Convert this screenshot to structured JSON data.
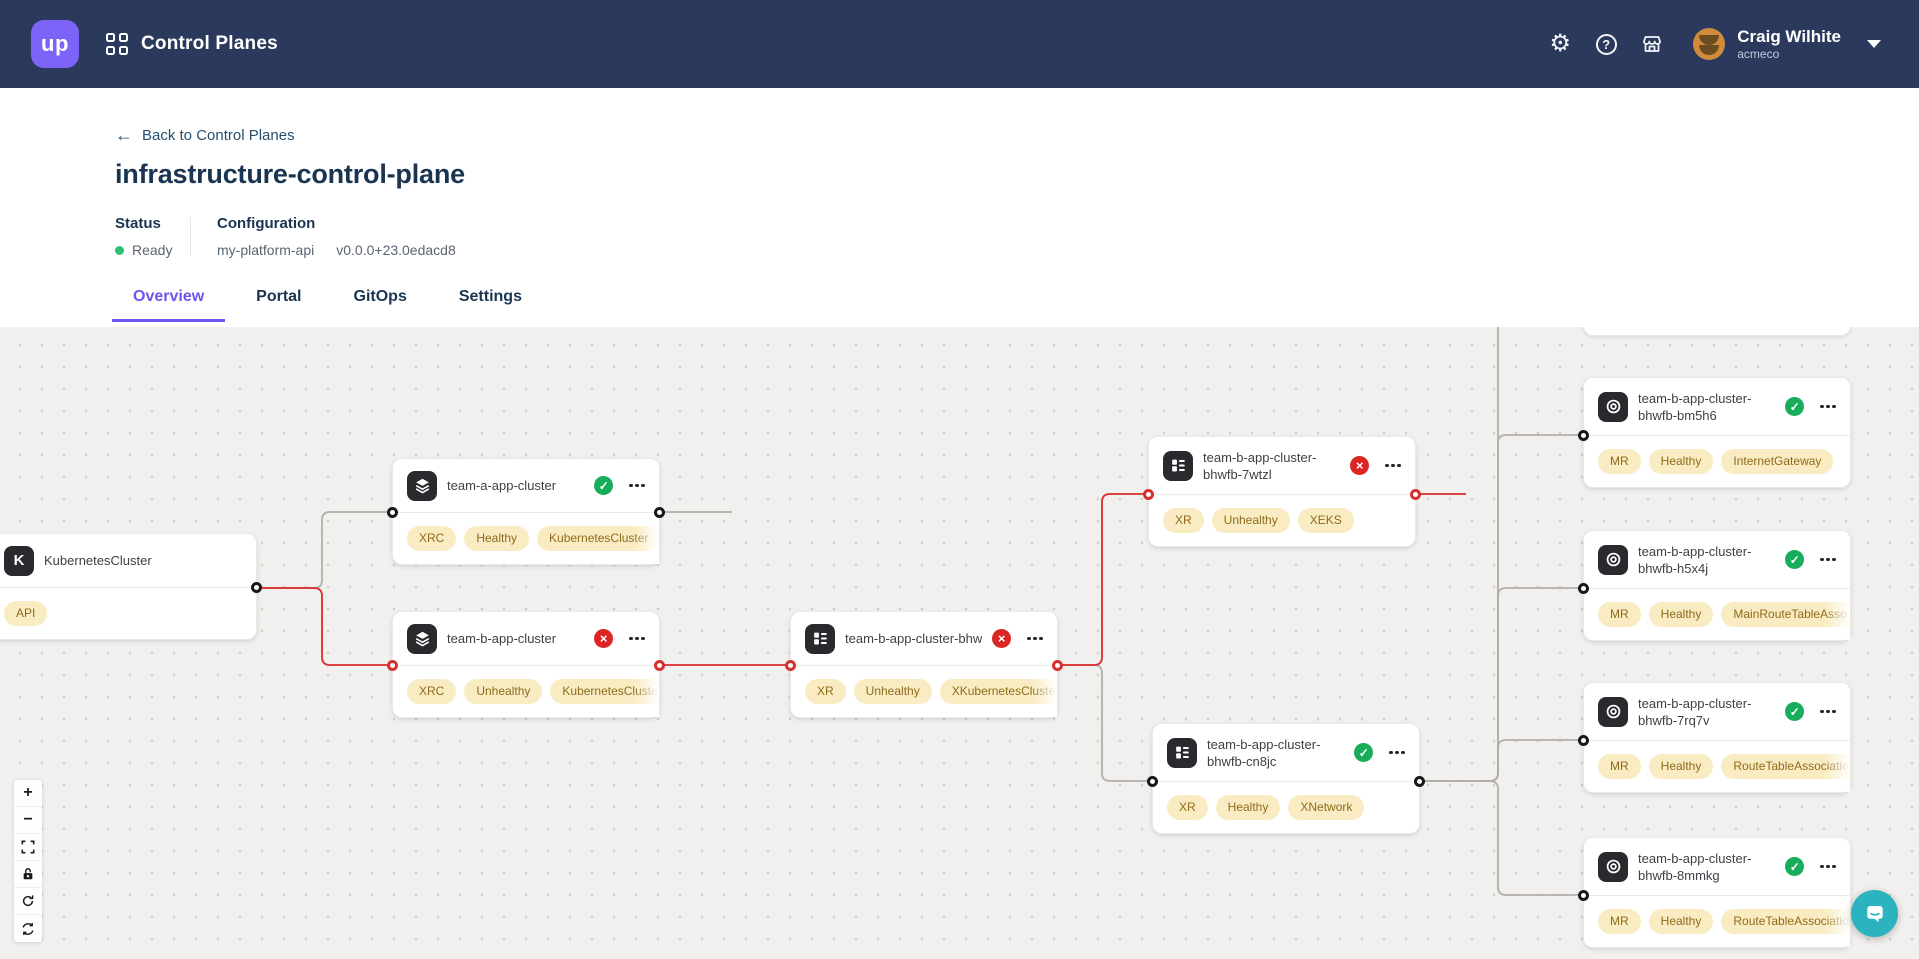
{
  "navbar": {
    "logo_text": "up",
    "app_title": "Control Planes",
    "help_glyph": "?",
    "user": {
      "name": "Craig Wilhite",
      "org": "acmeco"
    }
  },
  "page": {
    "back_link": "Back to Control Planes",
    "title": "infrastructure-control-plane",
    "status": {
      "label": "Status",
      "value": "Ready"
    },
    "configuration": {
      "label": "Configuration",
      "name": "my-platform-api",
      "version": "v0.0.0+23.0edacd8"
    },
    "tabs": [
      {
        "label": "Overview",
        "active": true
      },
      {
        "label": "Portal",
        "active": false
      },
      {
        "label": "GitOps",
        "active": false
      },
      {
        "label": "Settings",
        "active": false
      }
    ]
  },
  "graph": {
    "nodes": [
      {
        "id": "kubernetescluster",
        "title": "KubernetesCluster",
        "icon": "k-icon",
        "status": null,
        "menu": false,
        "badges": [
          "API"
        ],
        "ports": {
          "left": null,
          "right": "dark"
        }
      },
      {
        "id": "team-a-app-cluster",
        "title": "team-a-app-cluster",
        "icon": "layers-icon",
        "status": "healthy",
        "menu": true,
        "badges": [
          "XRC",
          "Healthy",
          "KubernetesCluster"
        ],
        "ports": {
          "left": "dark",
          "right": "dark"
        }
      },
      {
        "id": "team-b-app-cluster",
        "title": "team-b-app-cluster",
        "icon": "layers-icon",
        "status": "unhealthy",
        "menu": true,
        "badges": [
          "XRC",
          "Unhealthy",
          "KubernetesCluster"
        ],
        "ports": {
          "left": "red",
          "right": "red"
        }
      },
      {
        "id": "team-b-app-cluster-bhwfb",
        "title": "team-b-app-cluster-bhwfb",
        "icon": "composite-icon",
        "status": "unhealthy",
        "menu": true,
        "badges": [
          "XR",
          "Unhealthy",
          "XKubernetesCluster"
        ],
        "ports": {
          "left": "red",
          "right": "red"
        }
      },
      {
        "id": "team-b-app-cluster-bhwfb-7wtzl",
        "title": "team-b-app-cluster-bhwfb-7wtzl",
        "icon": "composite-icon",
        "status": "unhealthy",
        "menu": true,
        "badges": [
          "XR",
          "Unhealthy",
          "XEKS"
        ],
        "ports": {
          "left": "red",
          "right": "red"
        }
      },
      {
        "id": "team-b-app-cluster-bhwfb-cn8jc",
        "title": "team-b-app-cluster-bhwfb-cn8jc",
        "icon": "composite-icon",
        "status": "healthy",
        "menu": true,
        "badges": [
          "XR",
          "Healthy",
          "XNetwork"
        ],
        "ports": {
          "left": "dark",
          "right": "dark"
        }
      },
      {
        "id": "team-b-app-cluster-bhwfb-bm5h6",
        "title": "team-b-app-cluster-bhwfb-bm5h6",
        "icon": "managed-resource-icon",
        "status": "healthy",
        "menu": true,
        "badges": [
          "MR",
          "Healthy",
          "InternetGateway"
        ],
        "ports": {
          "left": "dark",
          "right": null
        }
      },
      {
        "id": "team-b-app-cluster-bhwfb-h5x4j",
        "title": "team-b-app-cluster-bhwfb-h5x4j",
        "icon": "managed-resource-icon",
        "status": "healthy",
        "menu": true,
        "badges": [
          "MR",
          "Healthy",
          "MainRouteTableAssociation"
        ],
        "ports": {
          "left": "dark",
          "right": null
        }
      },
      {
        "id": "team-b-app-cluster-bhwfb-7rq7v",
        "title": "team-b-app-cluster-bhwfb-7rq7v",
        "icon": "managed-resource-icon",
        "status": "healthy",
        "menu": true,
        "badges": [
          "MR",
          "Healthy",
          "RouteTableAssociation"
        ],
        "ports": {
          "left": "dark",
          "right": null
        }
      },
      {
        "id": "team-b-app-cluster-bhwfb-8mmkg",
        "title": "team-b-app-cluster-bhwfb-8mmkg",
        "icon": "managed-resource-icon",
        "status": "healthy",
        "menu": true,
        "badges": [
          "MR",
          "Healthy",
          "RouteTableAssociation"
        ],
        "ports": {
          "left": "dark",
          "right": null
        }
      }
    ]
  },
  "colors": {
    "navbar_bg": "#2b3a5c",
    "brand_purple": "#7d63f7",
    "accent_purple": "#6a57ee",
    "heading_navy": "#1a3551",
    "muted_text": "#5a6472",
    "canvas_bg": "#f1f0ee",
    "edge_gray": "#b2afaa",
    "edge_red": "#db2b2b",
    "badge_bg": "#f9ecc2",
    "badge_text": "#8f6a1a",
    "healthy_green": "#17ad5b",
    "unhealthy_red": "#dc2626",
    "status_ready_green": "#2fbf71",
    "chat_teal": "#2cb3c0"
  }
}
